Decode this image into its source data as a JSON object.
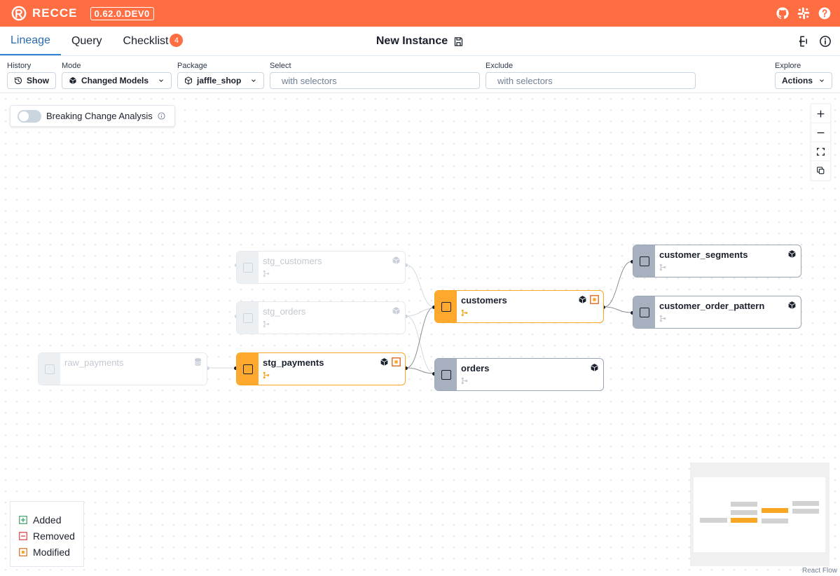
{
  "header": {
    "brand": "RECCE",
    "version": "0.62.0.DEV0",
    "icons": [
      "github-icon",
      "slack-icon",
      "help-icon"
    ],
    "bg_color": "#ff6e42"
  },
  "tabs": [
    {
      "label": "Lineage",
      "active": true
    },
    {
      "label": "Query",
      "active": false
    },
    {
      "label": "Checklist",
      "active": false,
      "badge": "4"
    }
  ],
  "instance": {
    "title": "New Instance"
  },
  "toolbar": {
    "history": {
      "label": "History",
      "button": "Show"
    },
    "mode": {
      "label": "Mode",
      "value": "Changed Models"
    },
    "package": {
      "label": "Package",
      "value": "jaffle_shop"
    },
    "select": {
      "label": "Select",
      "placeholder": "with selectors"
    },
    "exclude": {
      "label": "Exclude",
      "placeholder": "with selectors"
    },
    "explore": {
      "label": "Explore",
      "button": "Actions"
    }
  },
  "breaking_change": {
    "label": "Breaking Change Analysis",
    "enabled": false
  },
  "nodes": [
    {
      "name": "raw_payments",
      "state": "faded",
      "icon": "database-icon"
    },
    {
      "name": "stg_customers",
      "state": "faded",
      "icon": "cube-icon"
    },
    {
      "name": "stg_orders",
      "state": "faded",
      "icon": "cube-icon"
    },
    {
      "name": "stg_payments",
      "state": "modified",
      "icon": "cube-icon"
    },
    {
      "name": "customers",
      "state": "modified",
      "icon": "cube-icon"
    },
    {
      "name": "orders",
      "state": "unchanged",
      "icon": "cube-icon"
    },
    {
      "name": "customer_segments",
      "state": "unchanged",
      "icon": "cube-icon"
    },
    {
      "name": "customer_order_pattern",
      "state": "unchanged",
      "icon": "cube-icon"
    }
  ],
  "legend": [
    {
      "label": "Added",
      "color": "#38a169"
    },
    {
      "label": "Removed",
      "color": "#e53e3e"
    },
    {
      "label": "Modified",
      "color": "#dd6b20"
    }
  ],
  "colors": {
    "modified_fill": "#ffa82e",
    "unchanged_fill": "#a6b0bf",
    "accent": "#3182ce"
  },
  "minimap_attribution": "React Flow"
}
